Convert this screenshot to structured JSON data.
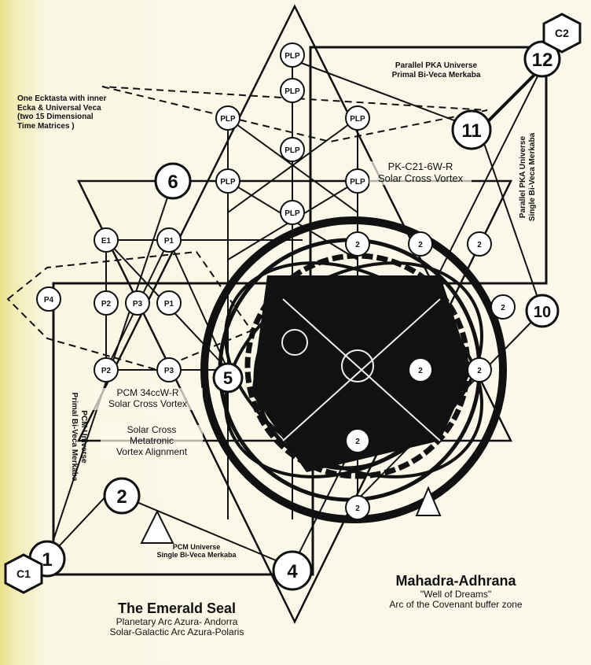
{
  "nodes": {
    "n1": "1",
    "n2": "2",
    "n4": "4",
    "n5": "5",
    "n6": "6",
    "n10": "10",
    "n11": "11",
    "n12": "12",
    "c1": "C1",
    "c2": "C2"
  },
  "grid_nodes": {
    "top_column": [
      "PLP",
      "PLP",
      "PLP",
      "PLP",
      "PLP",
      "PLP",
      "PLP",
      "PLP"
    ],
    "left_cluster": [
      "E1",
      "P1",
      "P2",
      "P3",
      "P1",
      "P2",
      "P3",
      "P4"
    ],
    "right_cluster": [
      "2",
      "2",
      "2",
      "2",
      "2",
      "2",
      "2",
      "2"
    ]
  },
  "annotations": {
    "top_left_note": [
      "One Ecktasta with inner",
      "Ecka & Universal Veca",
      "(two 15 Dimensional",
      "Time Matrices )"
    ],
    "top_right_box": [
      "Parallel PKA Universe",
      "Primal Bi-Veca Merkaba"
    ],
    "right_vertical_box": [
      "Parallel PKA Universe",
      "Single Bi-Veca Merkaba"
    ],
    "left_vertical_box": [
      "PCM Universe",
      "Primal Bi-Veca Merkaba"
    ],
    "bottom_box": [
      "PCM Universe",
      "Single Bi-Veca Merkaba"
    ],
    "vortex_right": [
      "PK-C21-6W-R",
      "Solar Cross Vortex"
    ],
    "vortex_left": [
      "PCM 34ccW-R",
      "Solar Cross Vortex"
    ],
    "solar_meta": [
      "Solar Cross",
      "Metatronic",
      "Vortex Alignment"
    ]
  },
  "captions": {
    "emerald_title": "The Emerald Seal",
    "emerald_sub1": "Planetary Arc Azura- Andorra",
    "emerald_sub2": "Solar-Galactic Arc Azura-Polaris",
    "mahadra_title": "Mahadra-Adhrana",
    "mahadra_sub1": "\"Well of Dreams\"",
    "mahadra_sub2": "Arc of the Covenant buffer zone"
  },
  "colors": {
    "ink": "#111111",
    "paper": "#fbf9ec",
    "edge": "#e9e08a"
  }
}
